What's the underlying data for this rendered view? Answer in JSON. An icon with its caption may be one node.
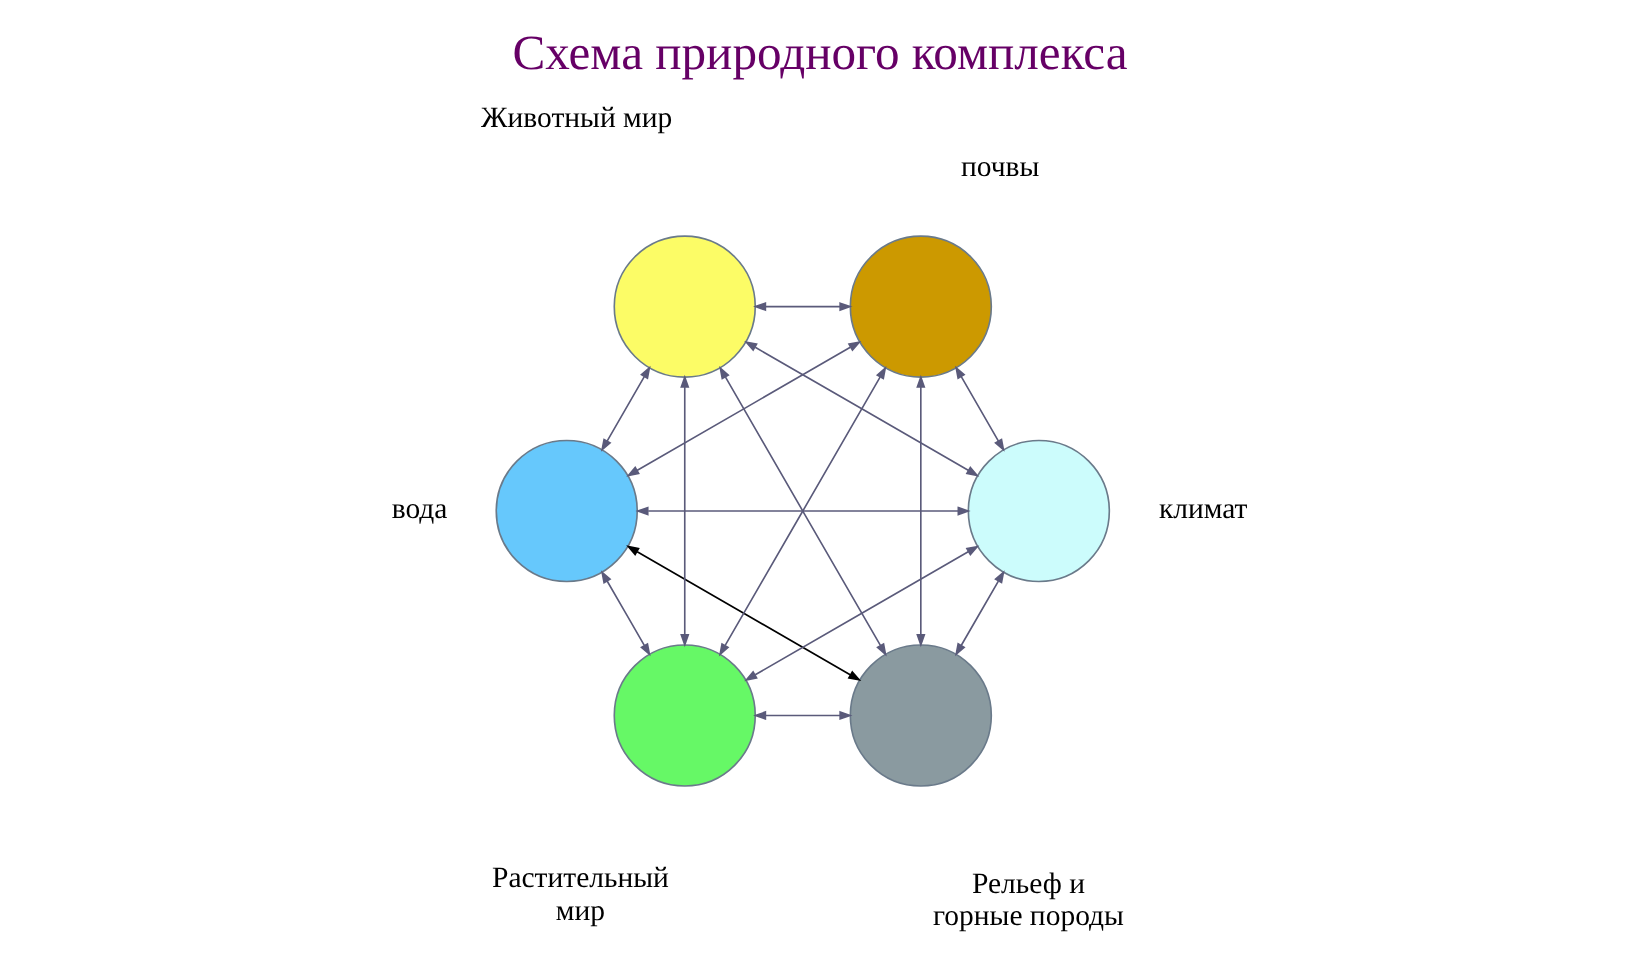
{
  "diagram": {
    "title": "Схема природного комплекса",
    "nodes": [
      {
        "text": [],
        "shape": "circle",
        "beside": [
          "Рельеф и горные породы"
        ]
      },
      {
        "text": [],
        "shape": "circle",
        "beside": [
          "климат"
        ]
      },
      {
        "text": [],
        "shape": "circle",
        "beside": [
          "вода"
        ]
      },
      {
        "text": [],
        "shape": "circle",
        "beside": [
          "Растительный мир"
        ]
      },
      {
        "text": [],
        "shape": "circle",
        "beside": [
          "почвы"
        ]
      },
      {
        "text": [],
        "shape": "circle",
        "beside": [
          "Животный мир"
        ]
      }
    ],
    "edges": [
      {
        "from": 0,
        "to": 1,
        "arrow": "both"
      },
      {
        "from": 0,
        "to": 2,
        "arrow": "both",
        "color": "#000000"
      },
      {
        "from": 0,
        "to": 3,
        "arrow": "both"
      },
      {
        "from": 0,
        "to": 4,
        "arrow": "both"
      },
      {
        "from": 0,
        "to": 5,
        "arrow": "both"
      },
      {
        "from": 1,
        "to": 2,
        "arrow": "both"
      },
      {
        "from": 1,
        "to": 3,
        "arrow": "both"
      },
      {
        "from": 1,
        "to": 4,
        "arrow": "both"
      },
      {
        "from": 1,
        "to": 5,
        "arrow": "both"
      },
      {
        "from": 2,
        "to": 3,
        "arrow": "both"
      },
      {
        "from": 2,
        "to": 4,
        "arrow": "both"
      },
      {
        "from": 2,
        "to": 5,
        "arrow": "both"
      },
      {
        "from": 3,
        "to": 4,
        "arrow": "both"
      },
      {
        "from": 3,
        "to": 5,
        "arrow": "both"
      },
      {
        "from": 4,
        "to": 5,
        "arrow": "both"
      }
    ]
  }
}
